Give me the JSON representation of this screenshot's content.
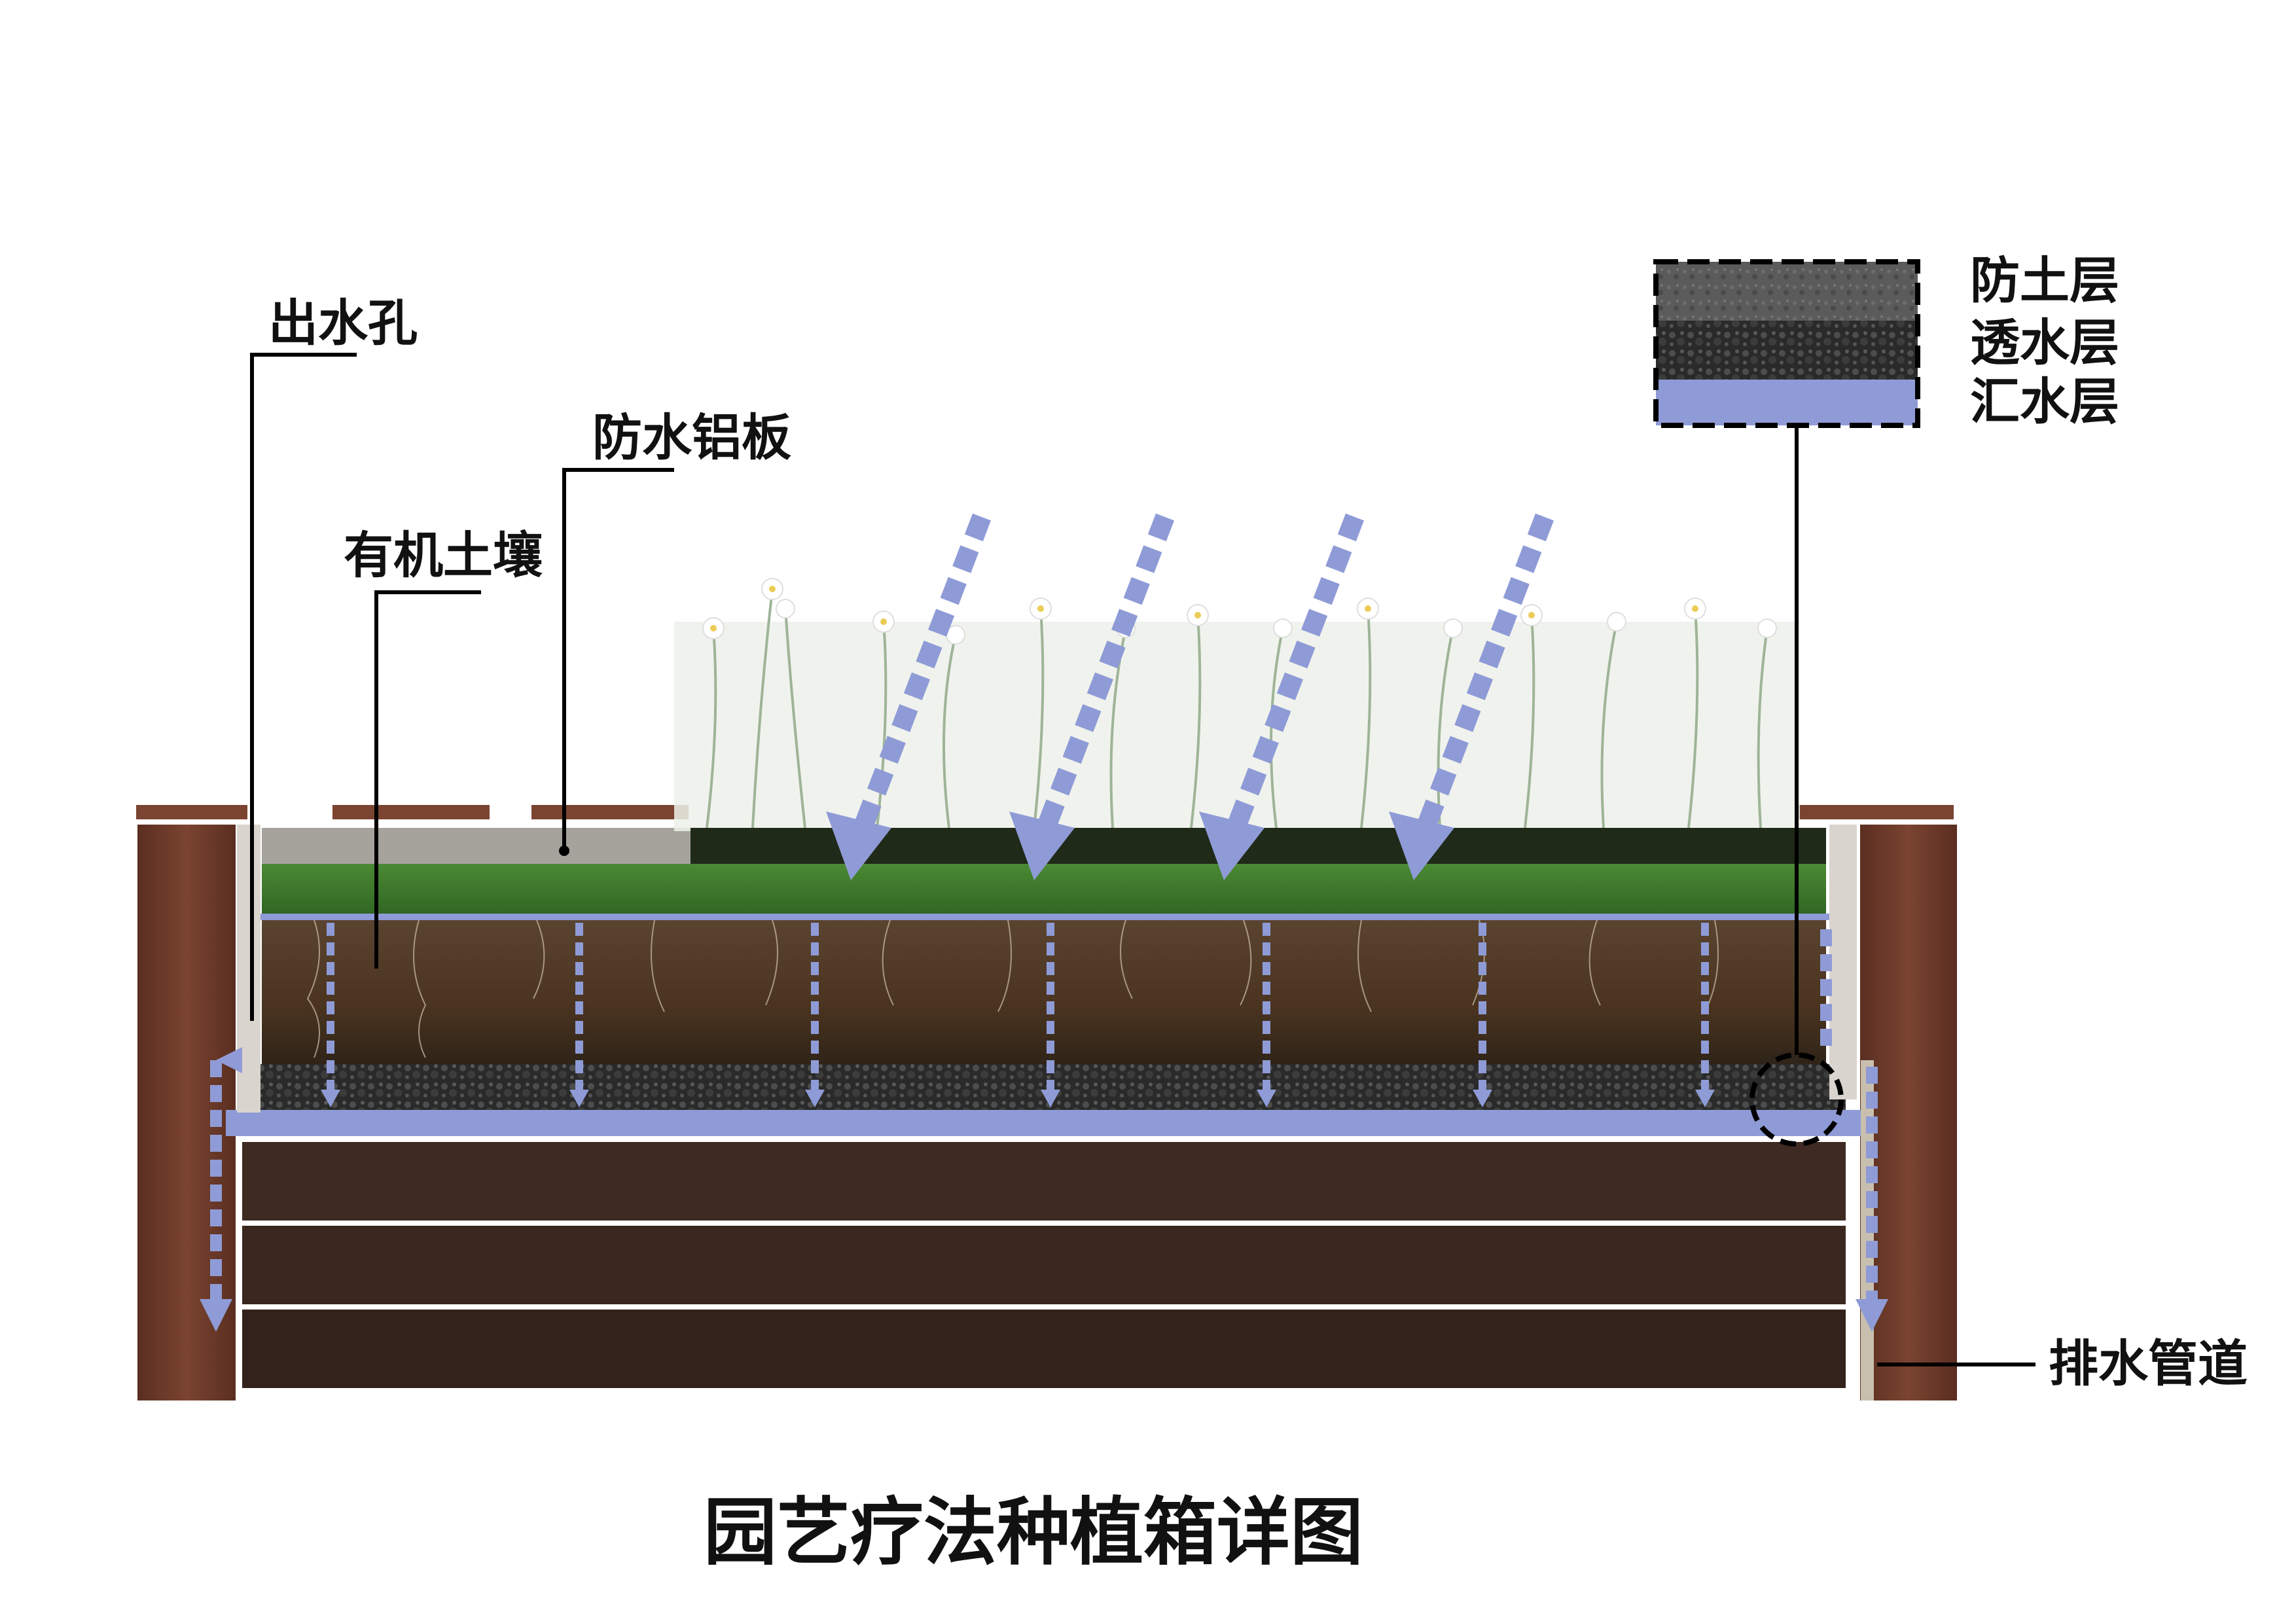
{
  "title": "园艺疗法种植箱详图",
  "labels": {
    "outlet_hole": "出水孔",
    "waterproof_plate": "防水铝板",
    "organic_soil": "有机土壤",
    "drain_pipe": "排水管道"
  },
  "legend": {
    "items": [
      "防土层",
      "透水层",
      "汇水层"
    ]
  },
  "colors": {
    "wood": "#6b3a2a",
    "plank": "#3e2a22",
    "soil": "#4a3524",
    "gravel": "#2b2b2b",
    "grass": "#3d7a2a",
    "water_flow": "#8f9bd6",
    "callout_line": "#000000"
  }
}
